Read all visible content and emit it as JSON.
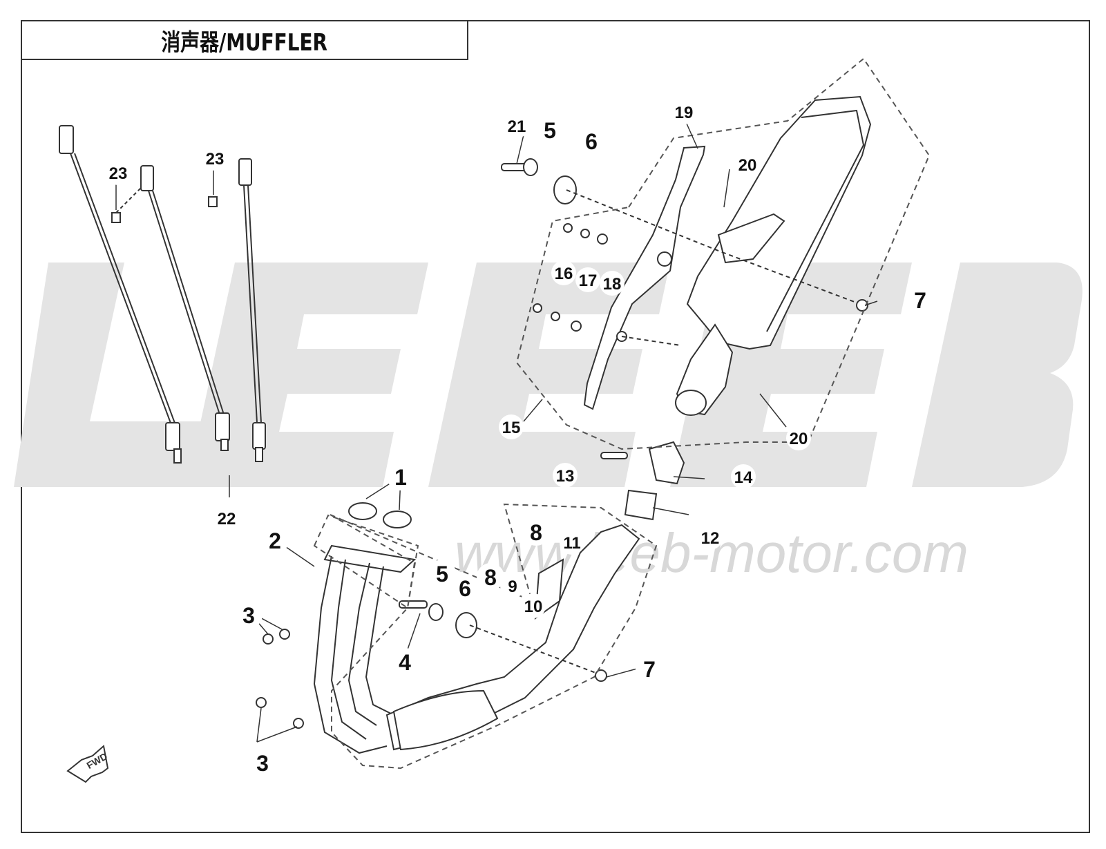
{
  "title": "消声器/MUFFLER",
  "watermark_logo": "LEEB",
  "watermark_url": "www.leeb-motor.com",
  "fwd_label": "FWD",
  "callouts": {
    "c1": "1",
    "c2": "2",
    "c3a": "3",
    "c3b": "3",
    "c4": "4",
    "c5a": "5",
    "c5b": "5",
    "c6a": "6",
    "c6b": "6",
    "c7a": "7",
    "c7b": "7",
    "c8a": "8",
    "c8b": "8",
    "c9": "9",
    "c10": "10",
    "c11": "11",
    "c12": "12",
    "c13": "13",
    "c14": "14",
    "c15": "15",
    "c16": "16",
    "c17": "17",
    "c18": "18",
    "c19": "19",
    "c20a": "20",
    "c20b": "20",
    "c21": "21",
    "c22": "22",
    "c23a": "23",
    "c23b": "23"
  },
  "colors": {
    "line": "#333333",
    "watermark": "#e2e2e2",
    "dash": "#555555"
  }
}
